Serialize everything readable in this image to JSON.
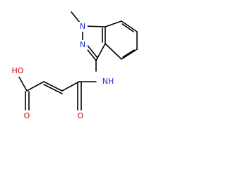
{
  "molecule": {
    "colors": {
      "bond": "#000000",
      "carbon": "#000000",
      "nitrogen": "#1f2bd6",
      "oxygen": "#d10000"
    },
    "labels": {
      "methyl_n": "N",
      "ring_n": "N",
      "amide_nh": "NH",
      "acid_oh": "HO",
      "acid_carbonyl_o": "O",
      "amide_carbonyl_o": "O"
    }
  }
}
